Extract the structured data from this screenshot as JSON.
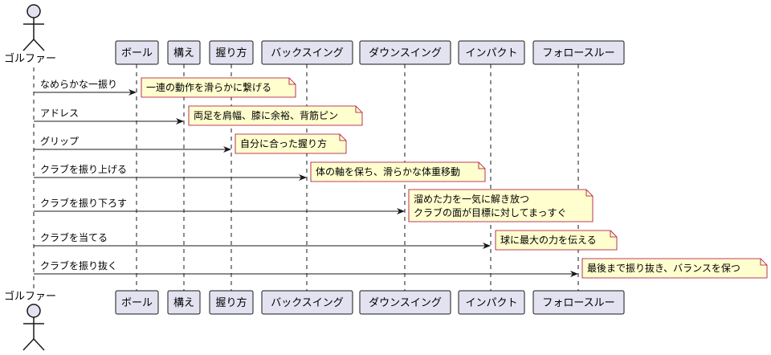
{
  "actor": {
    "label": "ゴルファー"
  },
  "participants": [
    {
      "id": "ball",
      "label": "ボール"
    },
    {
      "id": "stance",
      "label": "構え"
    },
    {
      "id": "grip",
      "label": "握り方"
    },
    {
      "id": "backswing",
      "label": "バックスイング"
    },
    {
      "id": "downswing",
      "label": "ダウンスイング"
    },
    {
      "id": "impact",
      "label": "インパクト"
    },
    {
      "id": "followthrough",
      "label": "フォロースルー"
    }
  ],
  "messages": [
    {
      "label": "なめらかな一振り",
      "note": [
        "一連の動作を滑らかに繋げる"
      ]
    },
    {
      "label": "アドレス",
      "note": [
        "両足を肩幅、膝に余裕、背筋ピン"
      ]
    },
    {
      "label": "グリップ",
      "note": [
        "自分に合った握り方"
      ]
    },
    {
      "label": "クラブを振り上げる",
      "note": [
        "体の軸を保ち、滑らかな体重移動"
      ]
    },
    {
      "label": "クラブを振り下ろす",
      "note": [
        "溜めた力を一気に解き放つ",
        "クラブの面が目標に対してまっすぐ"
      ]
    },
    {
      "label": "クラブを当てる",
      "note": [
        "球に最大の力を伝える"
      ]
    },
    {
      "label": "クラブを振り抜く",
      "note": [
        "最後まで振り抜き、バランスを保つ"
      ]
    }
  ],
  "colors": {
    "participant_fill": "#e2e2f0",
    "participant_stroke": "#181818",
    "note_fill": "#fefece",
    "note_stroke": "#a80036",
    "lifeline": "#181818",
    "arrow": "#181818"
  }
}
